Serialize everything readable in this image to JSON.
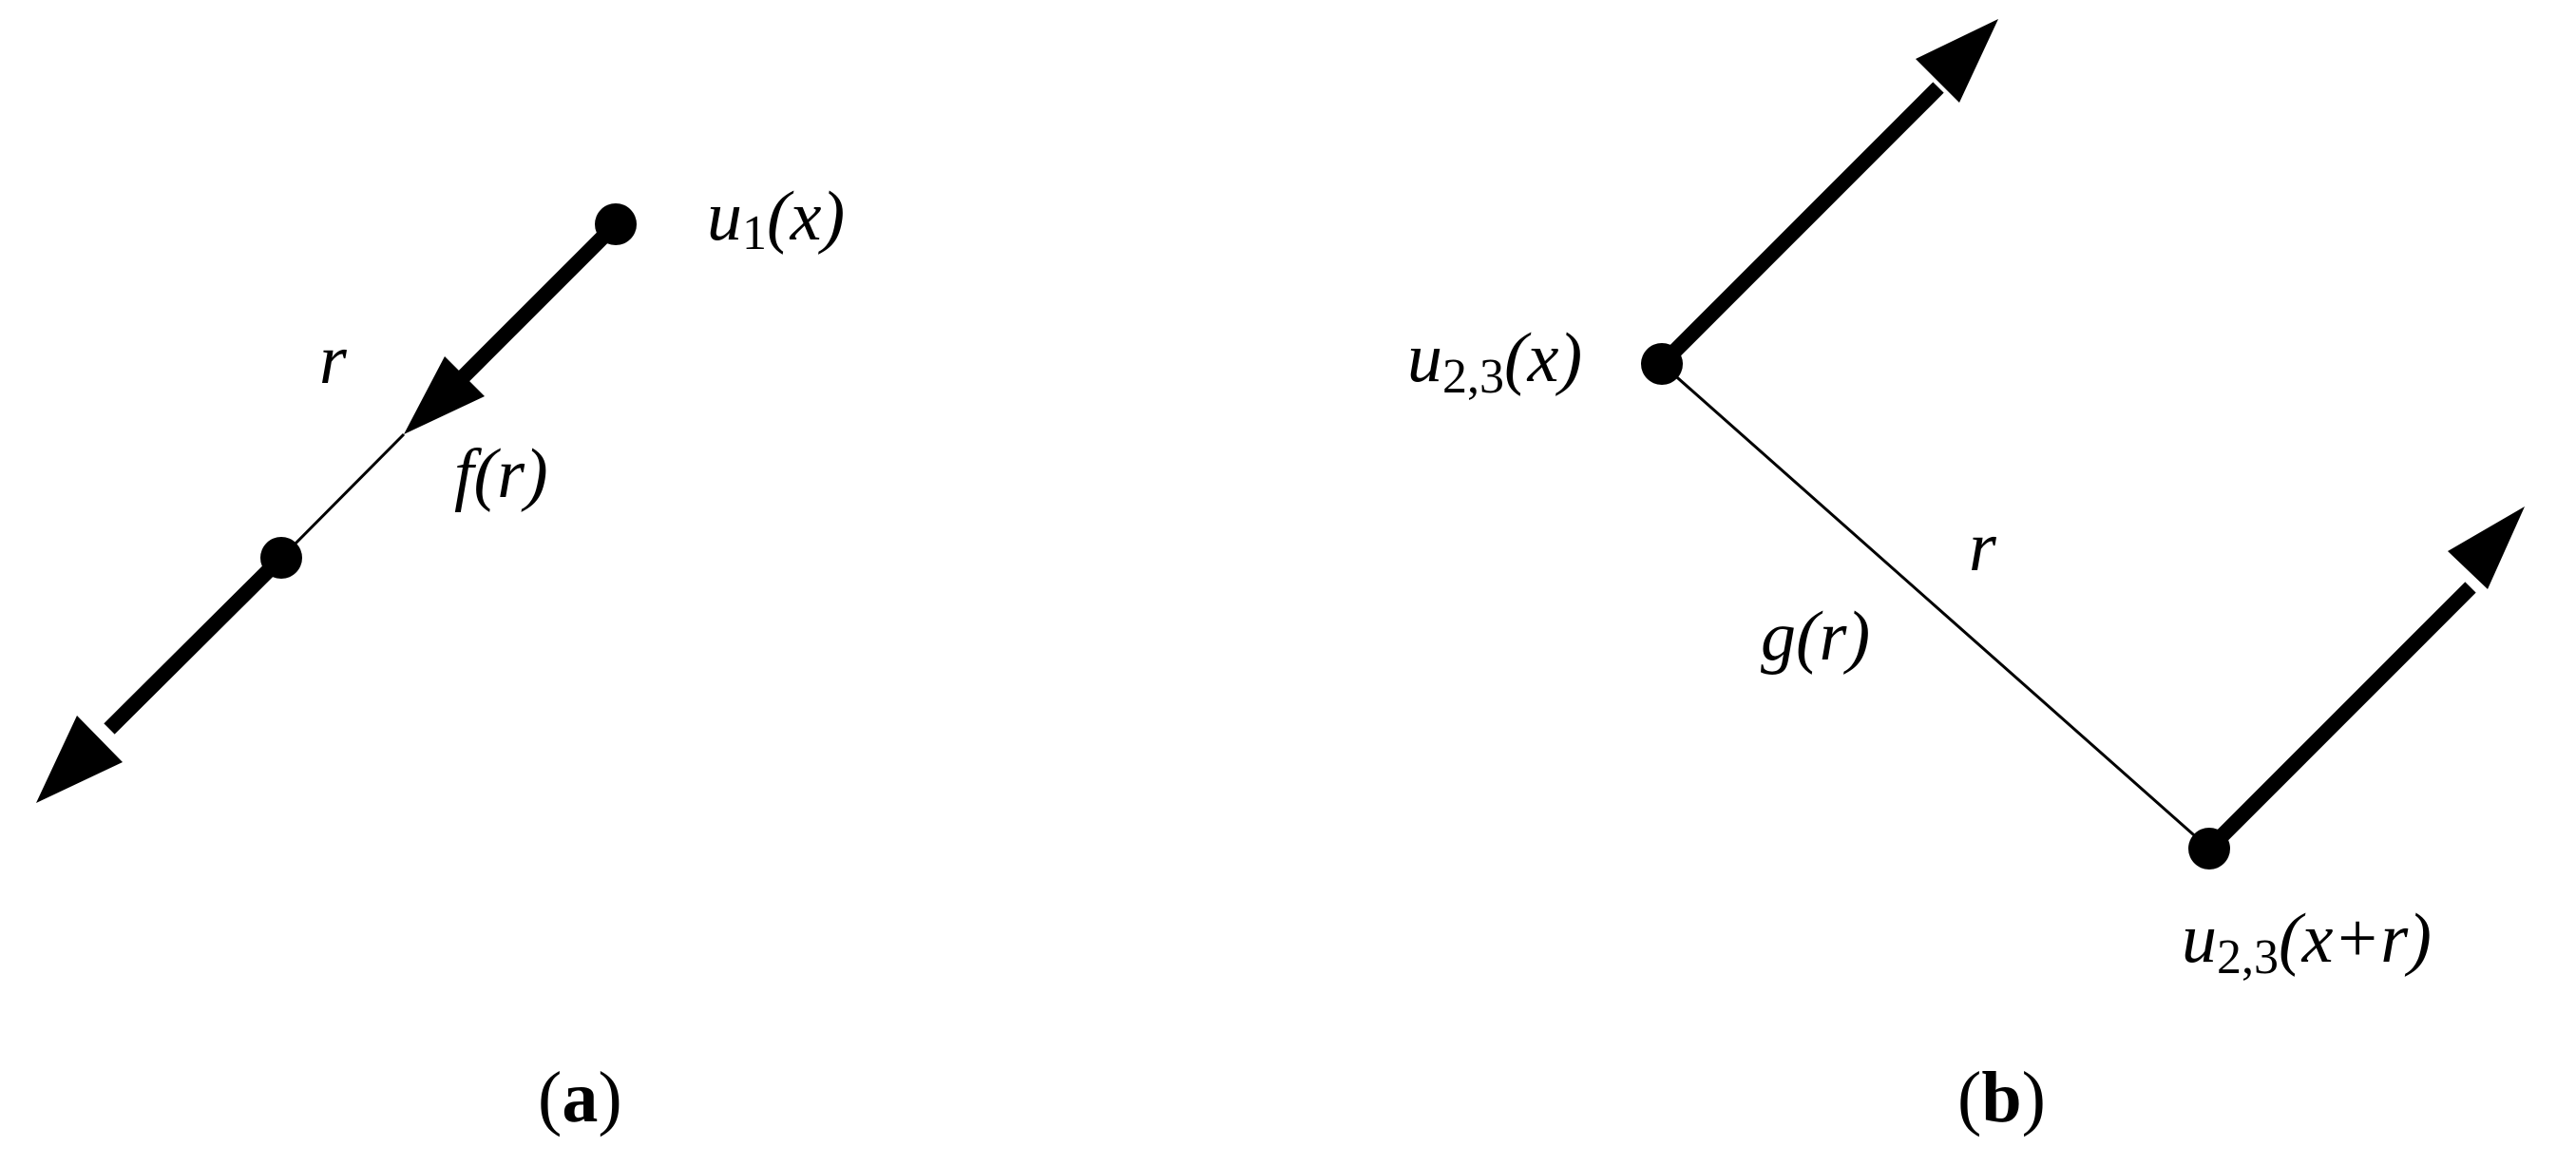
{
  "panel_a": {
    "caption_open": "(",
    "caption_letter": "a",
    "caption_close": ")",
    "point_label": {
      "base": "u",
      "sub": "1",
      "arg": "(x)"
    },
    "distance_label": "r",
    "function_label": "f(r)"
  },
  "panel_b": {
    "caption_open": "(",
    "caption_letter": "b",
    "caption_close": ")",
    "point_label_top": {
      "base": "u",
      "sub": "2,3",
      "arg": "(x)"
    },
    "point_label_bottom": {
      "base": "u",
      "sub": "2,3",
      "arg": "(x+r)"
    },
    "distance_label": "r",
    "function_label": "g(r)"
  },
  "colors": {
    "ink": "#000000",
    "background": "#ffffff"
  }
}
